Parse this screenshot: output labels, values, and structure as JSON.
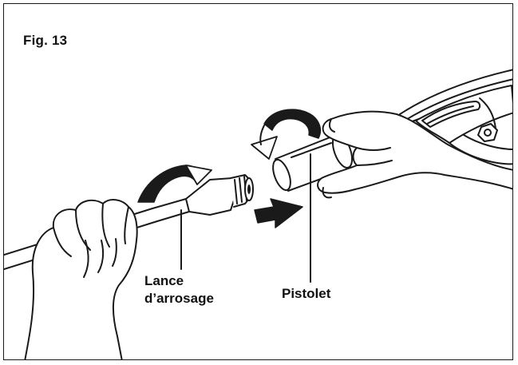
{
  "figure": {
    "label": "Fig. 13"
  },
  "callouts": {
    "lance_line1": "Lance",
    "lance_line2": "d’arrosage",
    "pistolet": "Pistolet"
  },
  "icons": {
    "rotate_left": "curved-rotation-arrow-icon",
    "rotate_right": "curved-rotation-arrow-icon",
    "push": "push-arrow-icon"
  },
  "colors": {
    "line": "#1a1a1a",
    "fill": "#ffffff",
    "arrow": "#1a1a1a"
  }
}
